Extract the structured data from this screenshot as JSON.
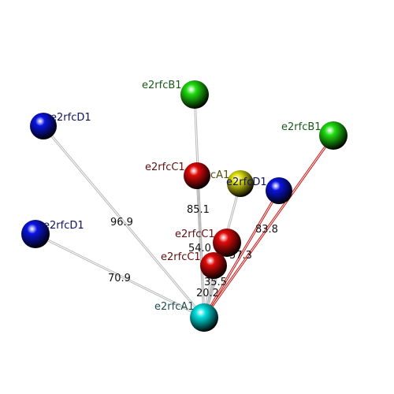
{
  "atoms": [
    {
      "id": "a1",
      "label": "e2rfcA1",
      "element": "A",
      "color": "#00e0e0",
      "label_color": "#205050"
    },
    {
      "id": "b1a",
      "label": "e2rfcB1",
      "element": "B",
      "color": "#20dd10",
      "label_color": "#1a5a1a"
    },
    {
      "id": "b1b",
      "label": "e2rfcB1",
      "element": "B",
      "color": "#20dd10",
      "label_color": "#1a5a1a"
    },
    {
      "id": "d1a",
      "label": "e2rfcD1",
      "element": "D",
      "color": "#0a14e0",
      "label_color": "#101060"
    },
    {
      "id": "d1b",
      "label": "e2rfcD1",
      "element": "D",
      "color": "#0a14e0",
      "label_color": "#101060"
    },
    {
      "id": "d1c",
      "label": "e2rfcD1",
      "element": "D",
      "color": "#0a14e0",
      "label_color": "#101060"
    },
    {
      "id": "c1a",
      "label": "e2rfcC1",
      "element": "C",
      "color": "#e00a0a",
      "label_color": "#601010"
    },
    {
      "id": "c1b",
      "label": "e2rfcC1",
      "element": "C",
      "color": "#e00a0a",
      "label_color": "#601010"
    },
    {
      "id": "c1c",
      "label": "e2rfcC1",
      "element": "C",
      "color": "#e00a0a",
      "label_color": "#601010"
    },
    {
      "id": "ya1",
      "label": "cA1",
      "element": "A",
      "color": "#e0e010",
      "label_color": "#505010"
    }
  ],
  "bonds": [
    {
      "from": "a1",
      "to": "d1a",
      "distance": "96.9",
      "color": "#b8b8b8"
    },
    {
      "from": "a1",
      "to": "d1b",
      "distance": "70.9",
      "color": "#b8b8b8"
    },
    {
      "from": "a1",
      "to": "b1a",
      "distance": "85.1",
      "color": "#b8b8b8"
    },
    {
      "from": "a1",
      "to": "b1b",
      "distance": "83.8",
      "color": "#d01010"
    },
    {
      "from": "a1",
      "to": "d1c",
      "distance": "",
      "color": "#d01010"
    },
    {
      "from": "a1",
      "to": "ya1",
      "distance": "",
      "color": "#b8b8b8"
    },
    {
      "from": "a1",
      "to": "c1a",
      "distance": "",
      "color": "#b8b8b8"
    },
    {
      "from": "a1",
      "to": "c1b",
      "distance": "54.0",
      "color": "#b8b8b8"
    },
    {
      "from": "a1",
      "to": "c1c",
      "distance": "35.5",
      "color": "#b8b8b8"
    }
  ],
  "extra_labels": [
    "57.3",
    "20.2"
  ]
}
